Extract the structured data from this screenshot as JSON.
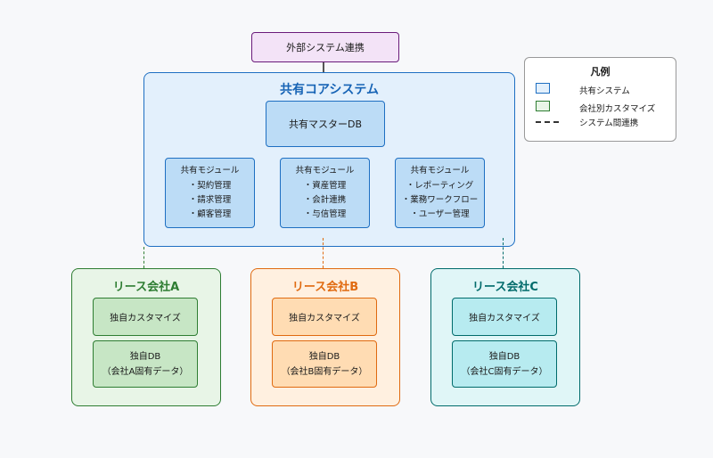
{
  "external": {
    "label": "外部システム連携"
  },
  "core": {
    "title": "共有コアシステム",
    "master": "共有マスターDB",
    "modules": [
      {
        "title": "共有モジュール",
        "items": [
          "・契約管理",
          "・請求管理",
          "・顧客管理"
        ]
      },
      {
        "title": "共有モジュール",
        "items": [
          "・資産管理",
          "・会計連携",
          "・与信管理"
        ]
      },
      {
        "title": "共有モジュール",
        "items": [
          "・レポーティング",
          "・業務ワークフロー",
          "・ユーザー管理"
        ]
      }
    ]
  },
  "companies": [
    {
      "title": "リース会社A",
      "custom": "独自カスタマイズ",
      "db": "独自DB",
      "db_note": "（会社A固有データ）"
    },
    {
      "title": "リース会社B",
      "custom": "独自カスタマイズ",
      "db": "独自DB",
      "db_note": "（会社B固有データ）"
    },
    {
      "title": "リース会社C",
      "custom": "独自カスタマイズ",
      "db": "独自DB",
      "db_note": "（会社C固有データ）"
    }
  ],
  "legend": {
    "title": "凡例",
    "items": [
      {
        "label": "共有システム",
        "color": "#1e6fc2"
      },
      {
        "label": "会社別カスタマイズ",
        "color": "#2e7d32"
      },
      {
        "label": "システム間連携",
        "color": "#333333"
      }
    ]
  },
  "colors": {
    "core": "#1e6fc2",
    "external": "#6a1b7a",
    "company_a": "#2e7d32",
    "company_b": "#e06a10",
    "company_c": "#006b6b"
  }
}
